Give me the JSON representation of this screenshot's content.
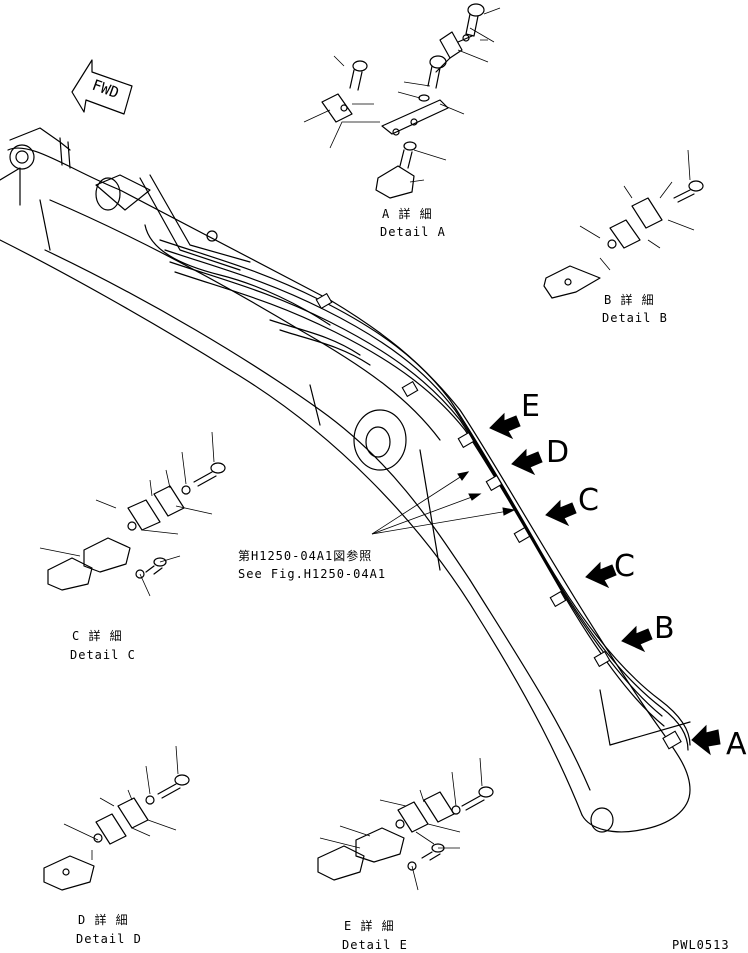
{
  "fwd_label": "FWD",
  "details": {
    "a": {
      "jp": "A 詳 細",
      "en": "Detail A"
    },
    "b": {
      "jp": "B 詳 細",
      "en": "Detail B"
    },
    "c": {
      "jp": "C 詳 細",
      "en": "Detail C"
    },
    "d": {
      "jp": "D 詳 細",
      "en": "Detail D"
    },
    "e": {
      "jp": "E 詳 細",
      "en": "Detail E"
    }
  },
  "callouts": {
    "e": "E",
    "d": "D",
    "c1": "C",
    "c2": "C",
    "b": "B",
    "a": "A"
  },
  "reference": {
    "jp": "第H1250-04A1図参照",
    "en": "See Fig.H1250-04A1"
  },
  "drawing_code": "PWL0513"
}
